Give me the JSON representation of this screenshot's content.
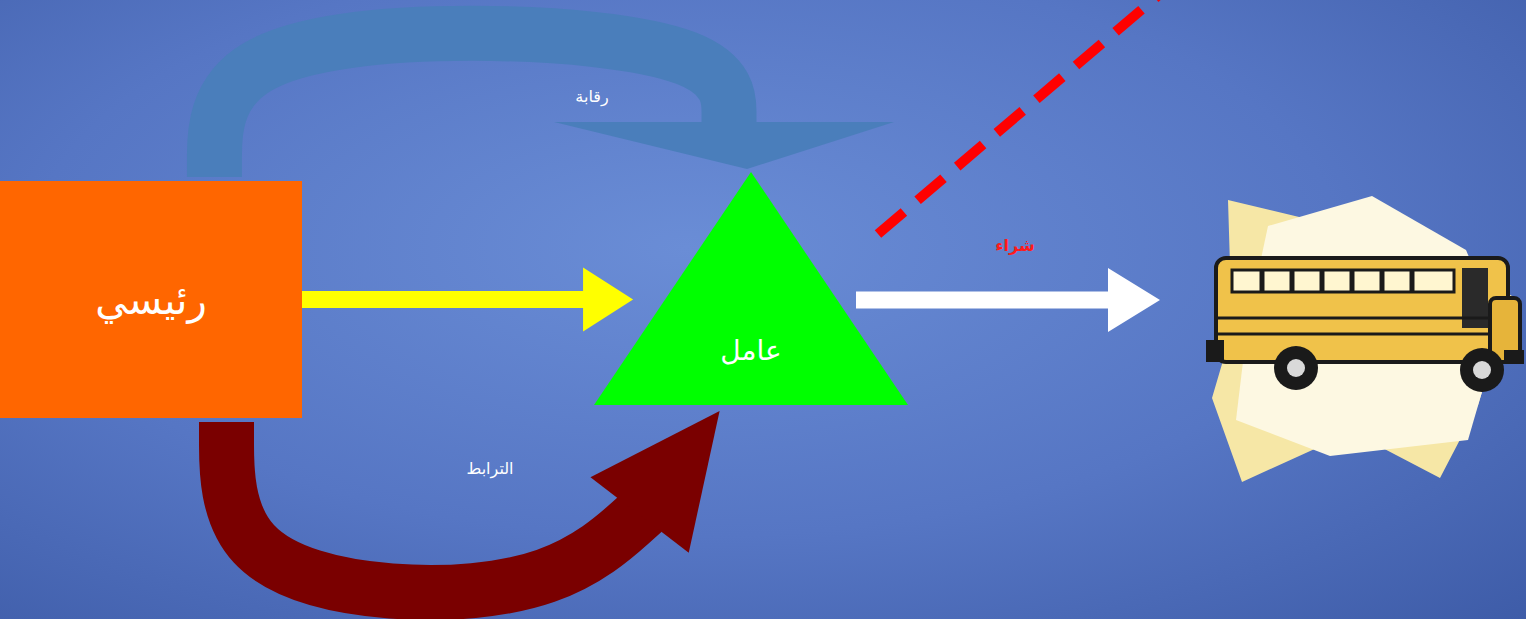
{
  "diagram": {
    "nodes": [
      {
        "text": [
          "رئيسي"
        ]
      },
      {
        "text": [
          "عامل"
        ]
      }
    ],
    "edges": [
      {
        "from": 0,
        "to": 1,
        "arrow": "to"
      },
      {
        "from": 0,
        "to": 1,
        "label": "رقابة",
        "arrow": "to"
      },
      {
        "from": 0,
        "to": 1,
        "label": "الترابط",
        "arrow": "to"
      }
    ],
    "labels": [
      "شراء"
    ]
  }
}
